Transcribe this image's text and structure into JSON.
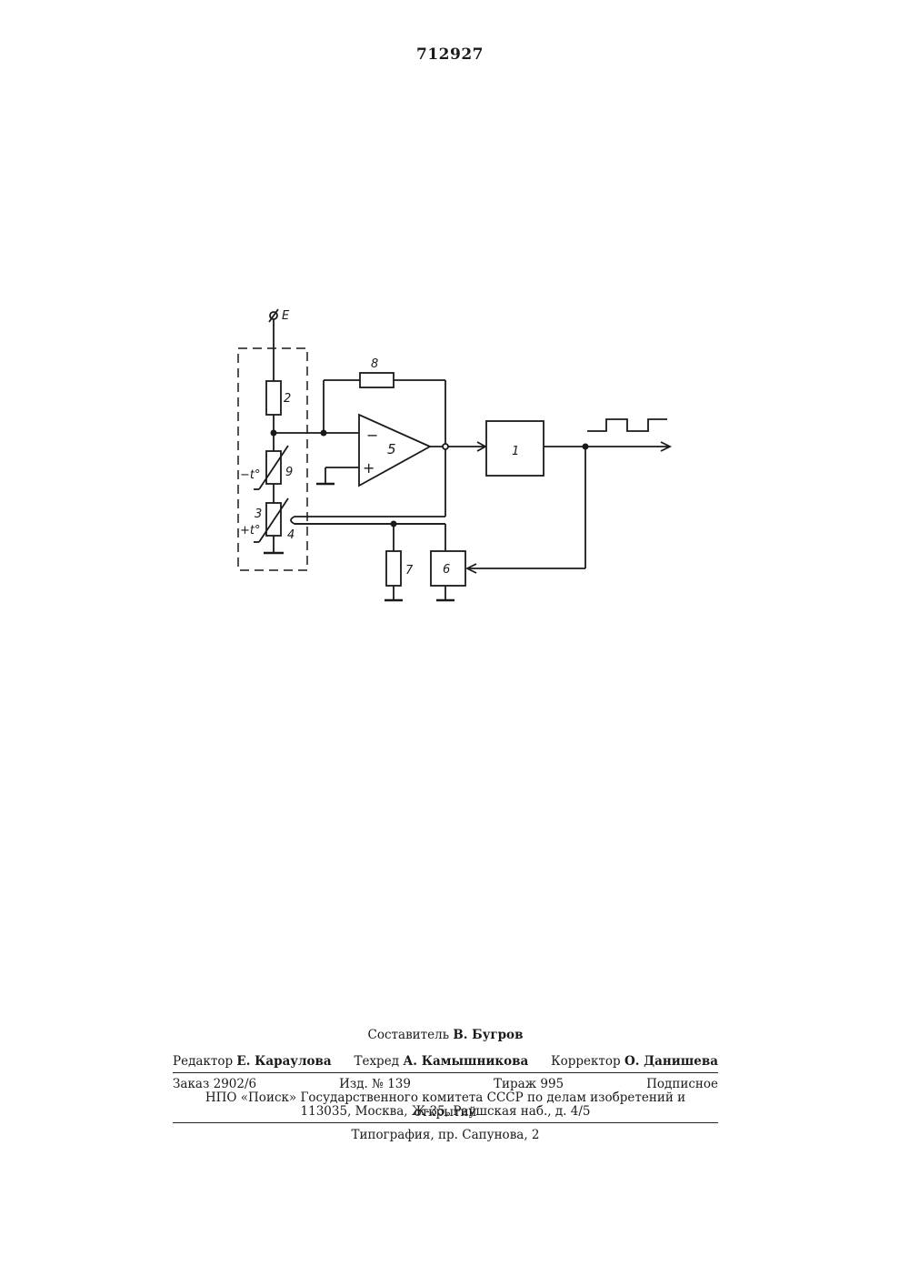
{
  "header": {
    "patent_number": "712927"
  },
  "diagram": {
    "supply_label": "E",
    "labels": {
      "resistor_2": "2",
      "thermistor_9": "9",
      "neg_temp": "−t°",
      "num_3": "3",
      "pos_temp": "+t°",
      "thermistor_4": "4",
      "resistor_8": "8",
      "amplifier_5": "5",
      "minus": "−",
      "plus": "+",
      "block_1": "1",
      "resistor_7": "7",
      "block_6": "6"
    }
  },
  "imprint": {
    "composer_label": "Составитель",
    "composer_name": "В. Бугров",
    "editor_label": "Редактор",
    "editor_name": "Е. Караулова",
    "techred_label": "Техред",
    "techred_name": "А. Камышникова",
    "corrector_label": "Корректор",
    "corrector_name": "О. Данишева",
    "order": "Заказ 2902/6",
    "edition": "Изд. № 139",
    "circulation": "Тираж 995",
    "subscription": "Подписное",
    "organization": "НПО «Поиск» Государственного комитета СССР по делам изобретений и открытий",
    "address": "113035, Москва, Ж-35, Раушская наб., д. 4/5",
    "printing_house": "Типография, пр. Сапунова, 2"
  }
}
